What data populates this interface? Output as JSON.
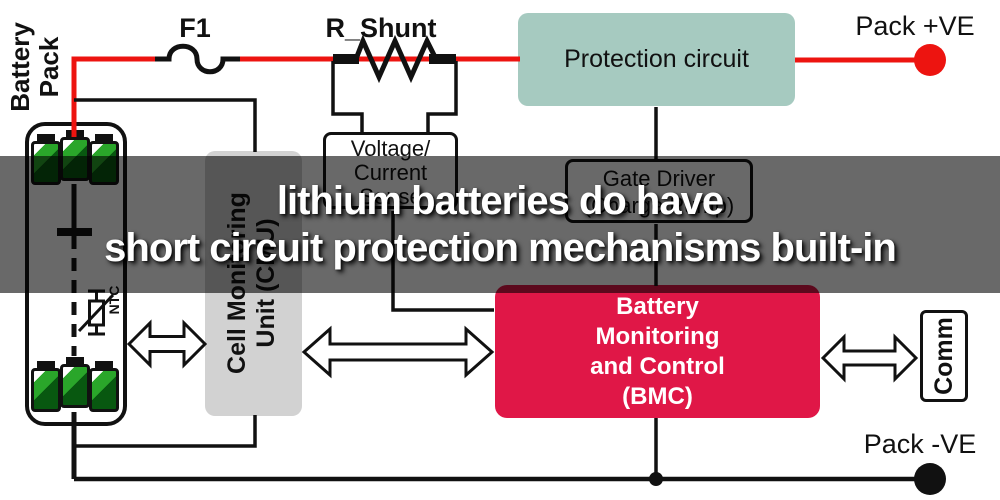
{
  "overlay": {
    "line1": "lithium batteries do have",
    "line2": "short circuit protection mechanisms built-in"
  },
  "labels": {
    "battery_pack_line1": "Battery",
    "battery_pack_line2": "Pack",
    "fuse": "F1",
    "shunt": "R_Shunt",
    "pack_positive": "Pack +VE",
    "pack_negative": "Pack -VE",
    "ntc": "NTC"
  },
  "boxes": {
    "protection": {
      "label": "Protection circuit",
      "color": "#a6cac0"
    },
    "vc_sense": {
      "line1": "Voltage/",
      "line2": "Current",
      "line3": "Sense"
    },
    "gate_driver": {
      "line1": "Gate Driver",
      "line2": "(Charge Pump)"
    },
    "cmu": {
      "line1": "Cell Monitoring",
      "line2": "Unit (CMU)",
      "color": "#d2d2d2"
    },
    "bmc": {
      "line1": "Battery",
      "line2": "Monitoring",
      "line3": "and Control",
      "line4": "(BMC)",
      "color": "#e01747"
    },
    "comm": {
      "label": "Comm"
    }
  },
  "colors": {
    "positive_wire_red": "#ed1410",
    "ground_wire_black": "#111111",
    "overlay_tint": "rgba(0,0,0,0.59)",
    "battery_green_bright": "#2aa62a",
    "battery_green_dark": "#085810"
  }
}
